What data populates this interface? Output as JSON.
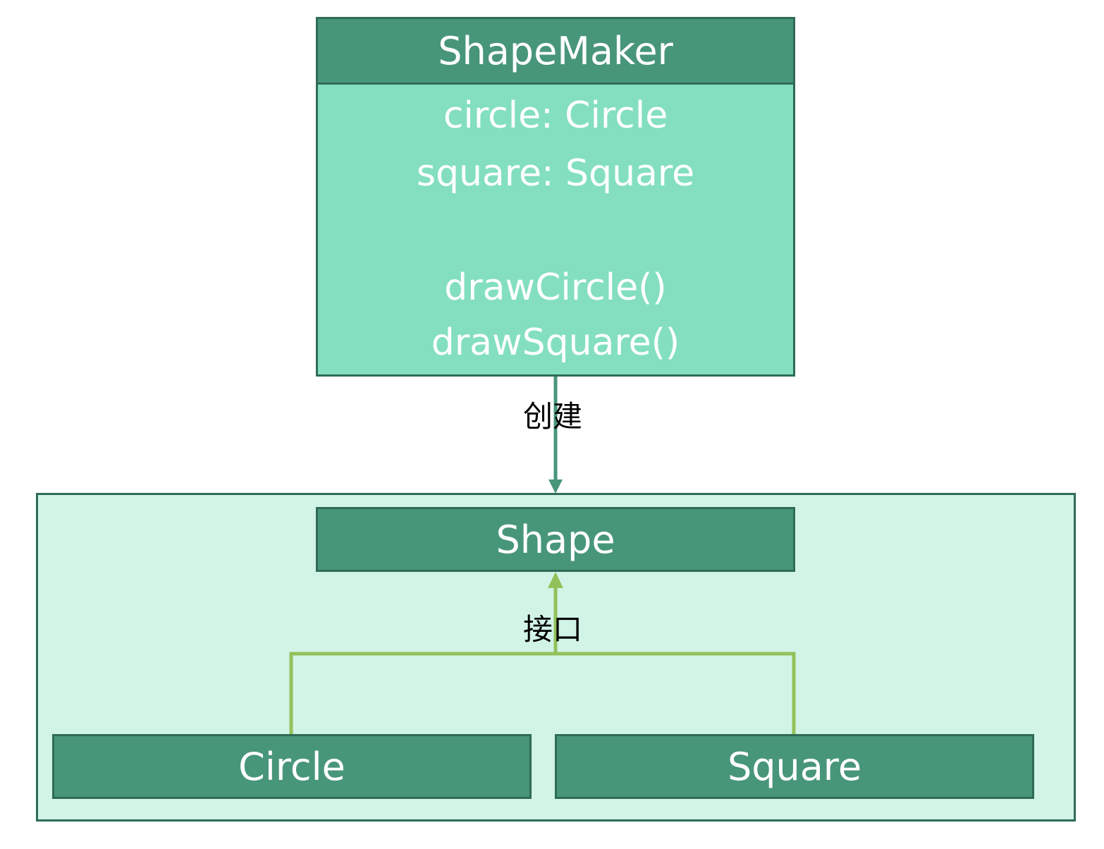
{
  "shape_maker": {
    "title": "ShapeMaker",
    "attributes": [
      "circle: Circle",
      "square: Square"
    ],
    "methods": [
      "drawCircle()",
      "drawSquare()"
    ]
  },
  "relations": {
    "create_label": "创建",
    "interface_label": "接口"
  },
  "interface_node": {
    "title": "Shape"
  },
  "implementations": [
    {
      "title": "Circle"
    },
    {
      "title": "Square"
    }
  ],
  "colors": {
    "header_fill": "#48967a",
    "border": "#2f6b56",
    "body_fill": "#83dfbf",
    "group_fill": "#d1f4e7",
    "create_arrow": "#48967a",
    "interface_arrow": "#92c15a"
  }
}
